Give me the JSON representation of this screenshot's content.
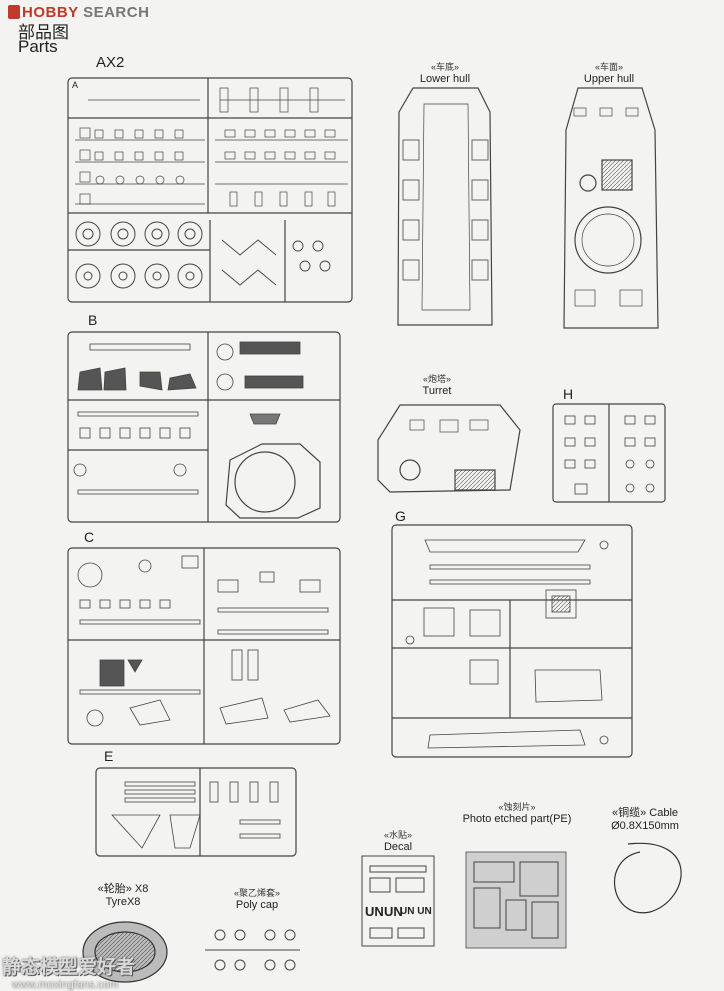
{
  "watermark_top": {
    "logo_left": "HOBBY",
    "logo_right": "SEARCH"
  },
  "header": {
    "cn_title": "部品图",
    "en_title": "Parts"
  },
  "sprues": {
    "ax2": "AX2",
    "ax2_corner": "A",
    "b": "B",
    "c": "C",
    "e": "E",
    "g": "G",
    "h": "H"
  },
  "labels": {
    "lower_hull_cn": "«车底»",
    "lower_hull_en": "Lower hull",
    "upper_hull_cn": "«车面»",
    "upper_hull_en": "Upper hull",
    "turret_cn": "«炮塔»",
    "turret_en": "Turret",
    "decal_cn": "«水贴»",
    "decal_en": "Decal",
    "pe_cn": "«蚀刻片»",
    "pe_en": "Photo etched part(PE)",
    "cable_cn": "«铜缆» Cable",
    "cable_size": "Ø0.8X150mm",
    "tyre_cn": "«轮胎» X8",
    "tyre_en": "TyreX8",
    "polycap_cn": "«聚乙烯套»",
    "polycap_en": "Poly cap"
  },
  "decal_text": {
    "un1": "UN",
    "un2": "UN",
    "un3": "UN UN"
  },
  "watermark_bottom": {
    "text_cn": "静态模型爱好者",
    "url": "www.moxingfans.com"
  }
}
